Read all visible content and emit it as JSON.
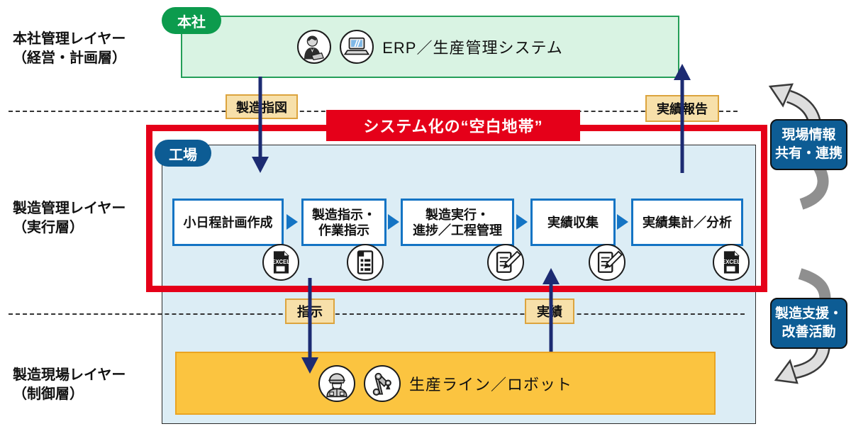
{
  "layers": {
    "top": {
      "line1": "本社管理レイヤー",
      "line2": "（経営・計画層）"
    },
    "middle": {
      "line1": "製造管理レイヤー",
      "line2": "（実行層）"
    },
    "bottom": {
      "line1": "製造現場レイヤー",
      "line2": "（制御層）"
    }
  },
  "headquarters": {
    "badge": "本社",
    "system_label": "ERP／生産管理システム",
    "icons": [
      "office-worker-icon",
      "laptop-icon"
    ]
  },
  "gap_banner": "システム化の“空白地帯”",
  "factory": {
    "badge": "工場",
    "steps": [
      {
        "line1": "小日程計画作成",
        "line2": "",
        "icon": "excel-file-icon"
      },
      {
        "line1": "製造指示・",
        "line2": "作業指示",
        "icon": "checklist-icon"
      },
      {
        "line1": "製造実行・",
        "line2": "進捗／工程管理",
        "icon": "memo-pencil-icon"
      },
      {
        "line1": "実績収集",
        "line2": "",
        "icon": "memo-pencil-icon"
      },
      {
        "line1": "実績集計／分析",
        "line2": "",
        "icon": "excel-file-icon"
      }
    ]
  },
  "flows": {
    "manufacturing_order": "製造指図",
    "result_report": "実績報告",
    "instruction": "指示",
    "result": "実績"
  },
  "shop_floor": {
    "label": "生産ライン／ロボット",
    "icons": [
      "factory-worker-icon",
      "robot-arm-icon"
    ]
  },
  "side_notes": [
    {
      "line1": "現場情報",
      "line2": "共有・連携"
    },
    {
      "line1": "製造支援・",
      "line2": "改善活動"
    }
  ],
  "colors": {
    "gap_red": "#e50019",
    "arrow_navy": "#1c2b72",
    "hq_badge_green": "#0c9b4d",
    "hq_fill_green": "#d9f3e3",
    "factory_badge_blue": "#0d5c94",
    "factory_fill_blue": "#dcedf5",
    "floor_fill_orange": "#fbc440",
    "flow_label_tan": "#f7e0aa",
    "process_border_blue": "#1474c4"
  }
}
